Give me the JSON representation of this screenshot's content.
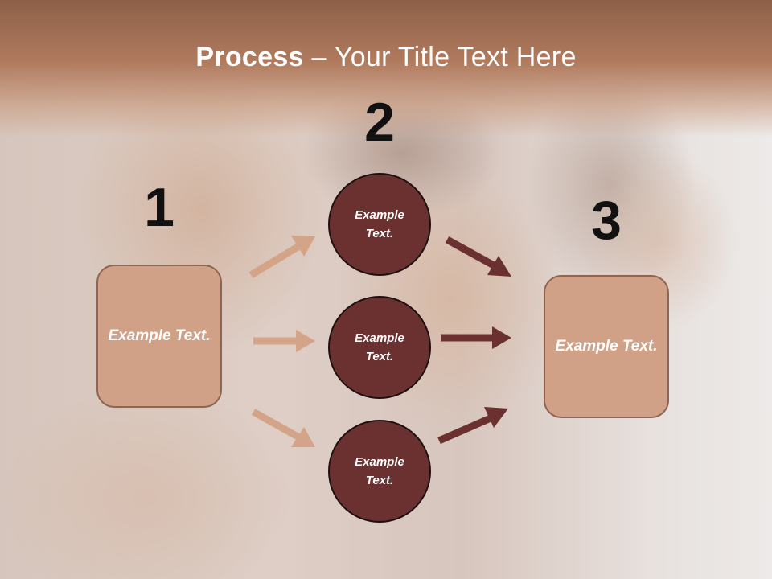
{
  "title": {
    "bold": "Process",
    "rest": " – Your Title Text Here"
  },
  "steps": {
    "one": "1",
    "two": "2",
    "three": "3"
  },
  "nodes": {
    "left_box": "Example Text.",
    "circle_top": "Example Text.",
    "circle_middle": "Example Text.",
    "circle_bottom": "Example Text.",
    "right_box": "Example Text."
  },
  "colors": {
    "box_fill": "#d0a186",
    "circle_fill": "#6b3130",
    "arrow_light": "#d4a488",
    "arrow_dark": "#6b3130"
  }
}
